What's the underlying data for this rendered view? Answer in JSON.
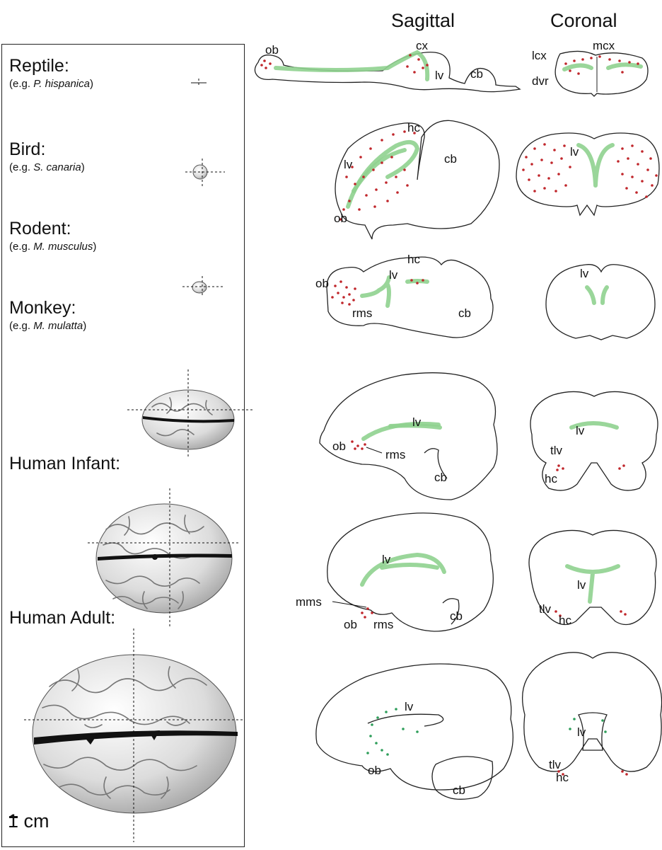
{
  "headers": {
    "sagittal": "Sagittal",
    "coronal": "Coronal"
  },
  "species": [
    {
      "name": "Reptile:",
      "example_prefix": "(e.g. ",
      "example_italic": "P. hispanica",
      "example_suffix": ")"
    },
    {
      "name": "Bird:",
      "example_prefix": "(e.g. ",
      "example_italic": "S. canaria",
      "example_suffix": ")"
    },
    {
      "name": "Rodent:",
      "example_prefix": "(e.g. ",
      "example_italic": "M. musculus",
      "example_suffix": ")"
    },
    {
      "name": "Monkey:",
      "example_prefix": "(e.g. ",
      "example_italic": "M. mulatta",
      "example_suffix": ")"
    },
    {
      "name": "Human Infant:"
    },
    {
      "name": "Human Adult:"
    }
  ],
  "scale_label": "1 cm",
  "labels": {
    "reptile_sag": [
      "ob",
      "cx",
      "lv",
      "cb"
    ],
    "reptile_cor": [
      "lcx",
      "mcx",
      "dvr"
    ],
    "bird_sag": [
      "hc",
      "lv",
      "cb",
      "ob"
    ],
    "bird_cor": [
      "lv"
    ],
    "rodent_sag": [
      "hc",
      "ob",
      "lv",
      "rms",
      "cb"
    ],
    "rodent_cor": [
      "lv"
    ],
    "monkey_sag": [
      "lv",
      "ob",
      "rms",
      "cb"
    ],
    "monkey_cor": [
      "lv",
      "tlv",
      "hc"
    ],
    "infant_sag": [
      "lv",
      "mms",
      "ob",
      "rms",
      "cb"
    ],
    "infant_cor": [
      "lv",
      "tlv",
      "hc"
    ],
    "adult_sag": [
      "lv",
      "ob",
      "cb"
    ],
    "adult_cor": [
      "lv",
      "tlv",
      "hc"
    ]
  },
  "colors": {
    "neuron_dot": "#c0262b",
    "ventricle": "#8fd28f",
    "migrating_cell": "#2e9e5a"
  }
}
